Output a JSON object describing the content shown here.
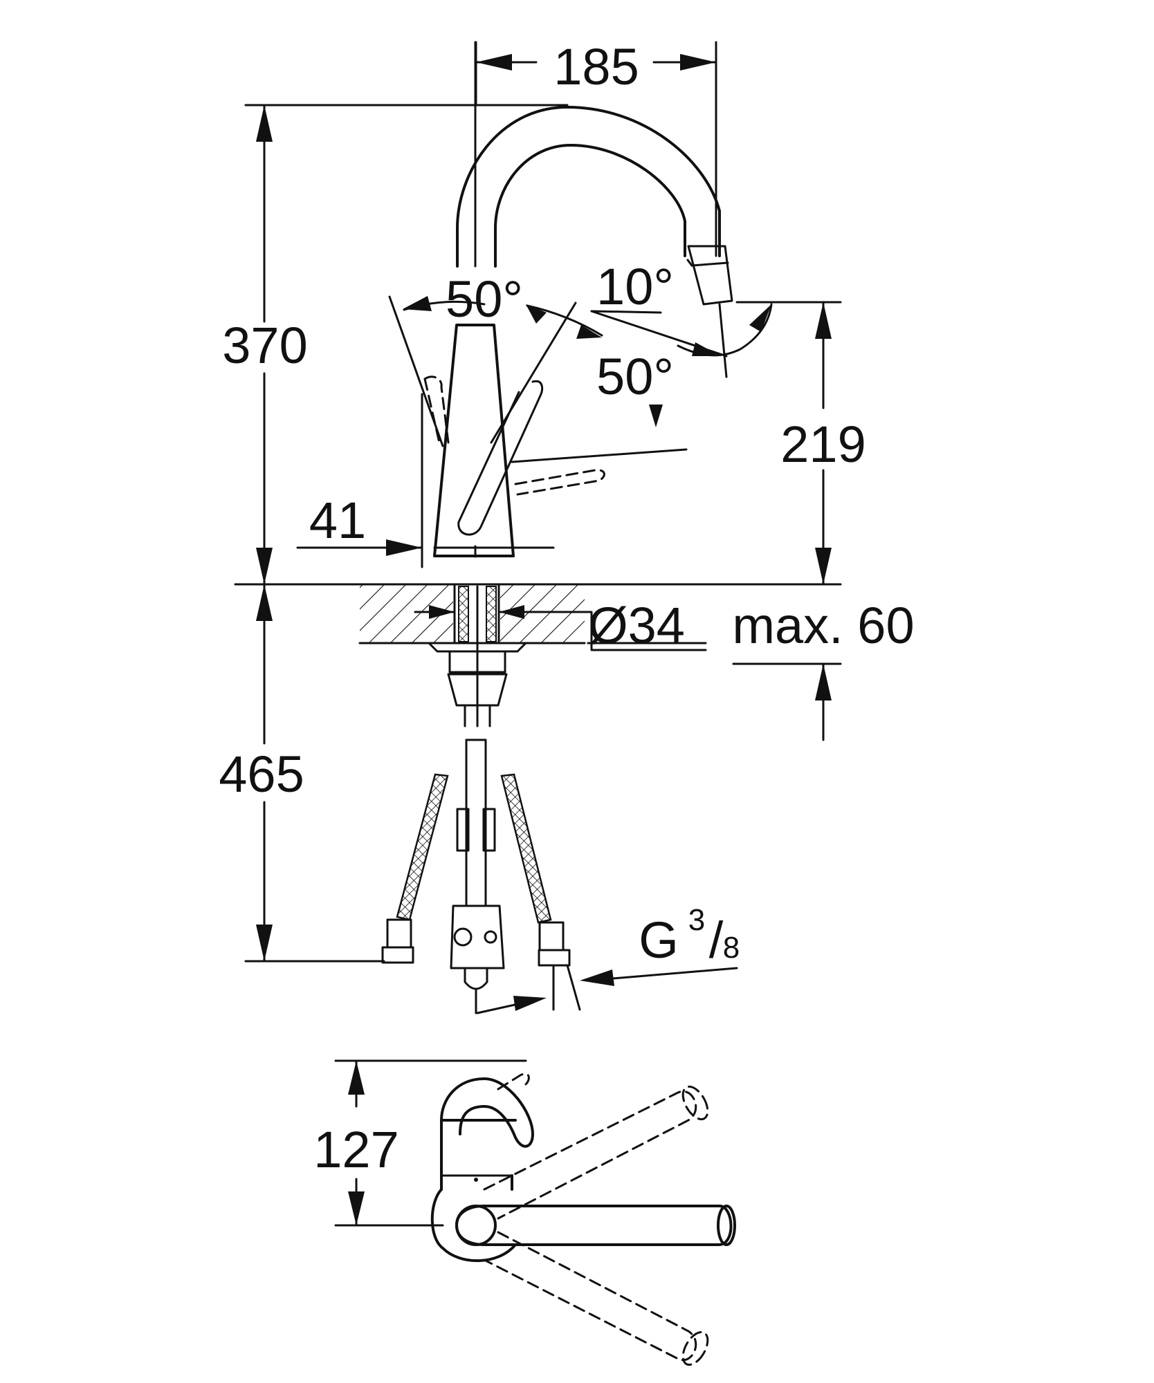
{
  "dimensions": {
    "width_185": "185",
    "height_370": "370",
    "angle_left": "50°",
    "angle_spout": "10°",
    "angle_right": "50°",
    "height_219": "219",
    "offset_41": "41",
    "hole_diameter": "Ø34",
    "max_thickness": "max. 60",
    "hose_length": "465",
    "thread_main": "G",
    "thread_num": "3",
    "thread_den": "8",
    "depth_127": "127"
  },
  "icons": {
    "faucet": "faucet-side-view-icon",
    "faucet_top": "faucet-top-view-icon"
  }
}
